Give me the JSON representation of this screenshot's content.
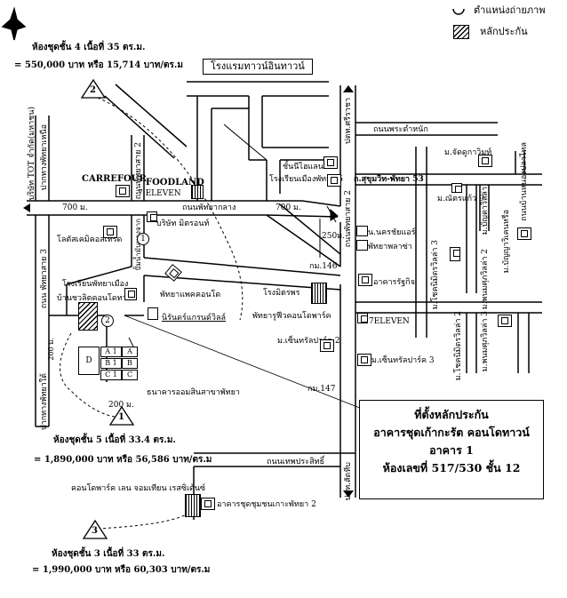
{
  "legend": {
    "photo_position": "ตำแหน่งถ่ายภาพ",
    "collateral": "หลักประกัน"
  },
  "comparables": {
    "c4_title": "ห้องชุดชั้น 4 เนื้อที่ 35 ตร.ม.",
    "c4_price": "= 550,000 บาท หรือ 15,714 บาท/ตร.ม",
    "c4_marker": "2",
    "c5_title": "ห้องชุดชั้น 5 เนื้อที่ 33.4 ตร.ม.",
    "c5_price": "= 1,890,000 บาท หรือ 56,586 บาท/ตร.ม",
    "c5_marker": "1",
    "c3_title": "ห้องชุดชั้น 3 เนื้อที่ 33 ตร.ม.",
    "c3_price": "= 1,990,000 บาท หรือ 60,303 บาท/ตร.ม",
    "c3_marker": "3"
  },
  "labels": {
    "hotel_inntown": "โรงแรมทาวน์อินทาวน์",
    "pattaya_3rd": "ถนน พัทยาสาย 3",
    "carrefour": "CARREFOUR",
    "foodland": "FOODLAND",
    "seven_top": "7 ELEVEN",
    "pattaya_klang": "ถนนพัทยากลาง",
    "dist_700_a": "700 ม.",
    "dist_700_b": "700 ม.",
    "pattaya_2nd_top": "ถนนพัทยาสาย 2",
    "pattaya_2nd_bottom": "ถนนพัทยาสาย 2",
    "soi_sri_rat": "ปตท.ศรีราชา",
    "pra_tam": "ถนนพระตำหนัก",
    "sukhumvit": "ถ.สุขุมวิท-พัทยา 53",
    "ban_tung": "ถนนบ้านหนองปลาไหล",
    "cheapest_hotel": "ชั้นนีไฮแลนด์",
    "hotel_muang": "โรงเรียนเมืองพัทยา 5",
    "seven_mid": "7ELEVEN",
    "pattaya_tai": "ปากทางพัทยาใต้",
    "tot": "บริษัท TOT จำกัด(มหาชน)",
    "pattaya_n": "ปากทางพัทยาเหนือ",
    "pattaya_school": "โรงเรียนพัทยาเมือง",
    "lotus": "โลตัสเคมิคอลเทรด",
    "baan_soi": "บริษัท มิตรอนท์",
    "station": "ปั้มน้ำมันบางจาก",
    "condo_seller": "บ้านชวลิตคอนโดทาวน์",
    "river_gate": "ธนาคารออมสินสาขาพัทยา",
    "pattaya_condo": "พัทยาแพคคอนโด",
    "riviera": "นิรันดร์แกรนด์วิลล์",
    "rosa": "โรงมิตรพร",
    "fu_condo": "พัทยารูฟีวคอนโดพาร์ค",
    "km146": "กม.146",
    "km147": "กม.147",
    "dist_250": "250ม.",
    "dist_200_v": "200 ม.",
    "dist_200_h": "200 ม.",
    "green_park1": "ม.เซ็นทรัลปาร์ค 2",
    "green_park2": "ม.เซ็นทรัลปาร์ค 3",
    "vacation_cond": "อาคารชุดชุมชนเกาะพัทยา 2",
    "tepprasit": "ถนนเทพประสิทธิ์",
    "soi_rd": "ปตท.สัตหีบ",
    "cond_park": "คอนโดพาร์ค เลน จอมเทียน เรสซิเด้นซ์",
    "n_kasem": "น.นครชัยแอร์",
    "pattaya_plaza": "พัทยาพลาซ่า",
    "ratchaprasong": "อาคารรัฐกิจ",
    "soi_bua9": "ม.ณัตรแก้ว 9",
    "soi_thai": "ม.จัดดูกาวิมท์",
    "vert_a": "ม.โชคนิมิตรวิลล่า 3",
    "vert_b": "ม.บัญดาวิลล่า",
    "vert_c": "ม.พนมศุภวิลล่า 2",
    "vert_d": "ม.บัญญาวิเคนหรือ",
    "vert_e": "ม.โชคนิมิตรวิลล่า 2",
    "vert_f": "ม.พนมศุภวิลล่า 3",
    "unit_a1": "A 1",
    "unit_a": "A",
    "unit_b1": "B 1",
    "unit_b": "B",
    "unit_c1": "C 1",
    "unit_c": "C",
    "unit_d": "D",
    "photo_1": "1",
    "photo_2": "2"
  },
  "panel": {
    "line1": "ที่ตั้งหลักประกัน",
    "line2": "อาคารชุดเก้ากะรัต คอนโดทาวน์",
    "line3": "อาคาร 1",
    "line4": "ห้องเลขที่ 517/530 ชั้น 12"
  }
}
